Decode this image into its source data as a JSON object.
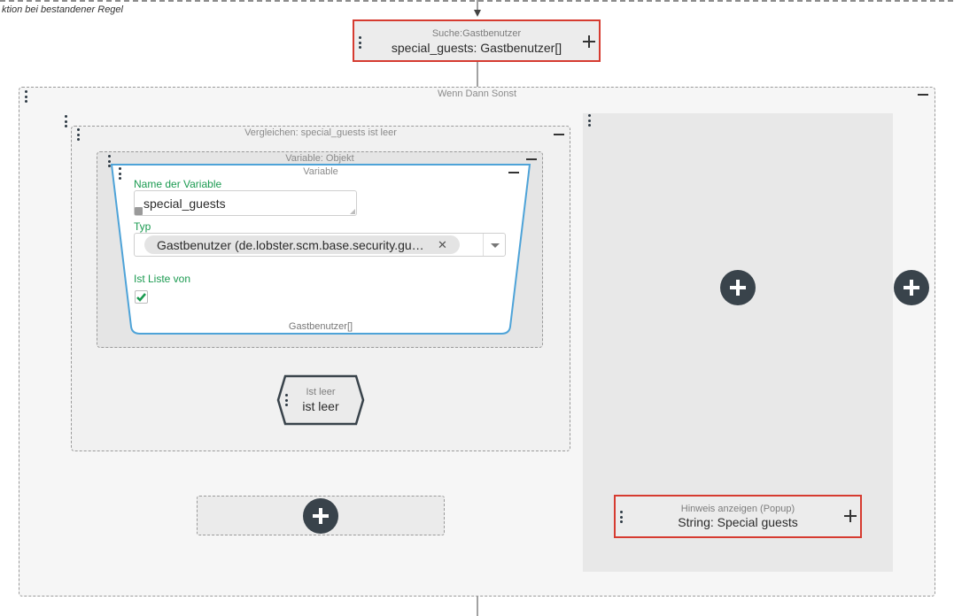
{
  "rule_label": "ktion bei bestandener Regel",
  "search_node": {
    "subtitle": "Suche:Gastbenutzer",
    "title": "special_guests: Gastbenutzer[]"
  },
  "if_then_else": {
    "caption": "Wenn Dann Sonst"
  },
  "compare": {
    "caption": "Vergleichen: special_guests ist leer"
  },
  "variable_object": {
    "caption": "Variable: Objekt"
  },
  "variable_card": {
    "title": "Variable",
    "name_label": "Name der Variable",
    "name_value": "special_guests",
    "type_label": "Typ",
    "type_chip": "Gastbenutzer (de.lobster.scm.base.security.gu…",
    "chip_remove": "✕",
    "is_list_label": "Ist Liste von",
    "is_list_checked": true,
    "footer": "Gastbenutzer[]"
  },
  "is_empty_node": {
    "subtitle": "Ist leer",
    "title": "ist leer"
  },
  "hint_node": {
    "subtitle": "Hinweis anzeigen (Popup)",
    "title": "String: Special guests"
  },
  "colors": {
    "accent_red": "#d63b30",
    "card_border": "#4ea3d8",
    "label_green": "#1a9a50",
    "add_button": "#39434b"
  }
}
